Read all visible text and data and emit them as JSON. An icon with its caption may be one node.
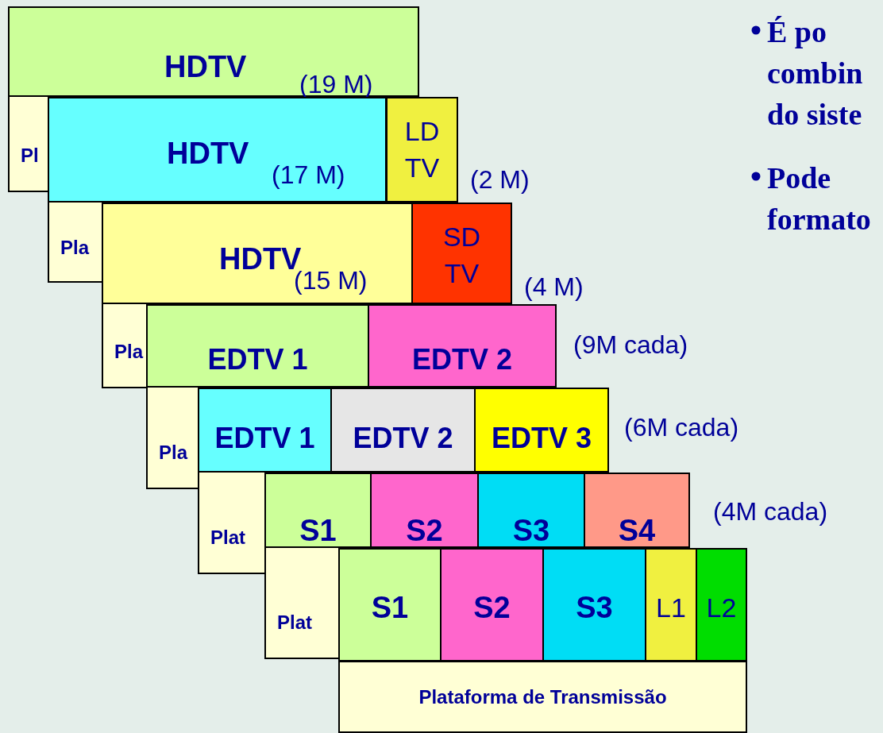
{
  "diagram": {
    "nodes": [
      {
        "text": [
          "HDTV",
          "(19 M)"
        ]
      },
      {
        "text": [
          "Pl"
        ]
      },
      {
        "text": [
          "HDTV",
          "(17 M)"
        ]
      },
      {
        "text": [
          "LD TV"
        ],
        "beside": [
          "(2 M)"
        ]
      },
      {
        "text": [
          "Pla"
        ]
      },
      {
        "text": [
          "HDTV",
          "(15 M)"
        ]
      },
      {
        "text": [
          "SD TV"
        ],
        "beside": [
          "(4 M)"
        ]
      },
      {
        "text": [
          "Pla"
        ]
      },
      {
        "text": [
          "EDTV 1"
        ]
      },
      {
        "text": [
          "EDTV 2"
        ],
        "beside": [
          "(9M cada)"
        ]
      },
      {
        "text": [
          "Pla"
        ]
      },
      {
        "text": [
          "EDTV 1"
        ]
      },
      {
        "text": [
          "EDTV 2"
        ]
      },
      {
        "text": [
          "EDTV 3"
        ],
        "beside": [
          "(6M cada)"
        ]
      },
      {
        "text": [
          "Plat"
        ]
      },
      {
        "text": [
          "S1"
        ]
      },
      {
        "text": [
          "S2"
        ]
      },
      {
        "text": [
          "S3"
        ]
      },
      {
        "text": [
          "S4"
        ],
        "beside": [
          "(4M cada)"
        ]
      },
      {
        "text": [
          "Plat"
        ]
      },
      {
        "text": [
          "S1"
        ]
      },
      {
        "text": [
          "S2"
        ]
      },
      {
        "text": [
          "S3"
        ]
      },
      {
        "text": [
          "L1"
        ]
      },
      {
        "text": [
          "L2"
        ]
      },
      {
        "text": [
          "Plataforma de Transmissão"
        ]
      }
    ],
    "labels": [
      "É po combin do siste",
      "Pode formato"
    ]
  }
}
